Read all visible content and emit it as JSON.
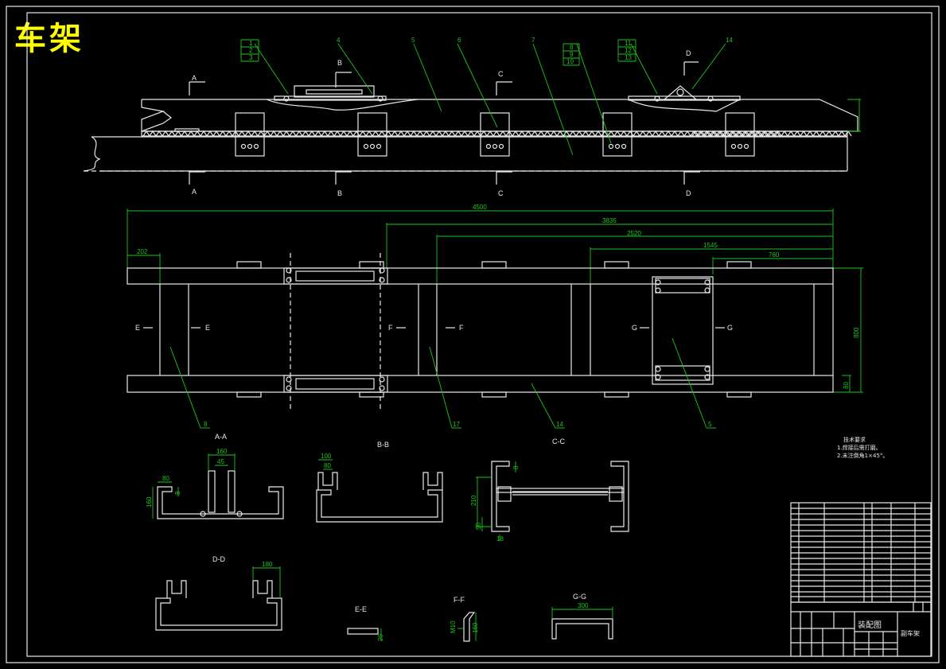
{
  "drawing": {
    "title": "车架",
    "drawing_name": "装配图",
    "drawing_no": "副车架"
  },
  "elevation": {
    "section_markers": [
      "A",
      "B",
      "C",
      "D"
    ],
    "part_numbers": [
      "1",
      "2",
      "3",
      "4",
      "5",
      "6",
      "7",
      "8",
      "9",
      "10",
      "11",
      "12",
      "13",
      "14"
    ]
  },
  "plan": {
    "dimensions": {
      "overall_length": "4500",
      "d2": "3835",
      "d3": "2520",
      "d4": "1545",
      "d5": "760",
      "d6": "202",
      "width": "800",
      "flange": "80"
    },
    "section_markers": [
      "E",
      "E",
      "F",
      "F",
      "G",
      "G"
    ],
    "part_numbers": [
      "8",
      "17",
      "14",
      "5"
    ]
  },
  "sections": {
    "AA": {
      "label": "A-A",
      "dims": [
        "160",
        "45",
        "80",
        "160",
        "8"
      ]
    },
    "BB": {
      "label": "B-B",
      "dims": [
        "100",
        "80"
      ]
    },
    "CC": {
      "label": "C-C",
      "dims": [
        "8",
        "210",
        "50",
        "18"
      ]
    },
    "DD": {
      "label": "D-D",
      "dims": [
        "180"
      ]
    },
    "EE": {
      "label": "E-E",
      "dims": [
        "20"
      ]
    },
    "FF": {
      "label": "F-F",
      "dims": [
        "160",
        "M10"
      ]
    },
    "GG": {
      "label": "G-G",
      "dims": [
        "300"
      ]
    }
  },
  "tech_notes": {
    "heading": "技术要求",
    "lines": [
      "1.焊接后需打磨。",
      "2.未注倒角1×45°。"
    ]
  },
  "colors": {
    "background": "#000000",
    "linework": "#e8e8e8",
    "dimensions": "#18c818",
    "title": "#ffff00"
  }
}
